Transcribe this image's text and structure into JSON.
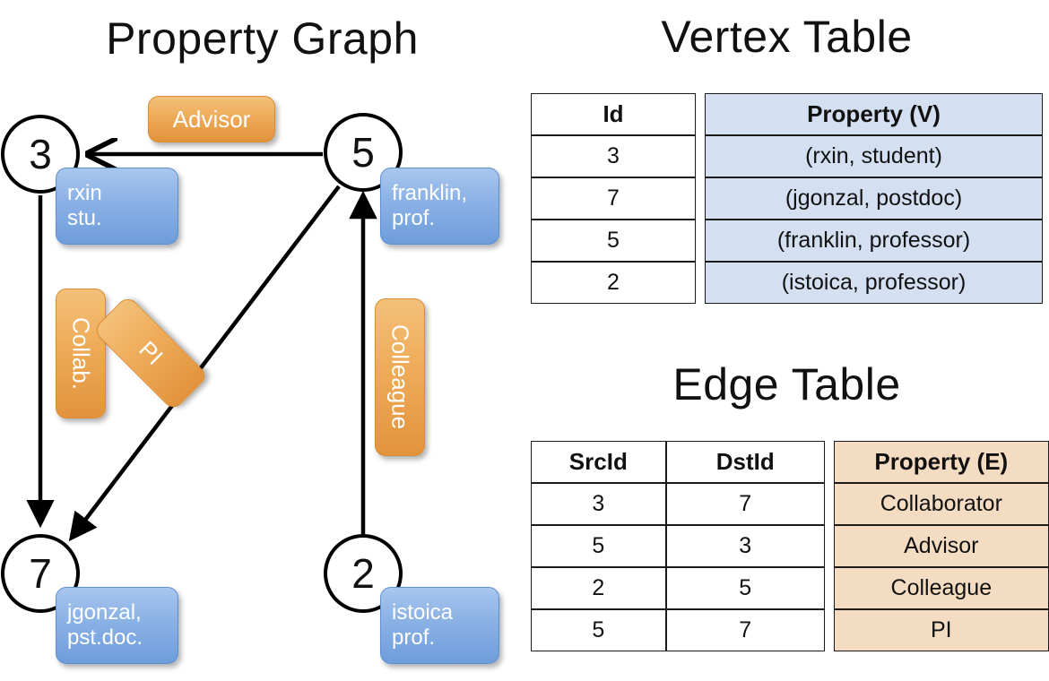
{
  "titles": {
    "property_graph": "Property Graph",
    "vertex_table": "Vertex Table",
    "edge_table": "Edge Table"
  },
  "graph": {
    "nodes": [
      {
        "id": "3",
        "prop_line1": "rxin",
        "prop_line2": "stu."
      },
      {
        "id": "5",
        "prop_line1": "franklin,",
        "prop_line2": "prof."
      },
      {
        "id": "7",
        "prop_line1": "jgonzal,",
        "prop_line2": "pst.doc."
      },
      {
        "id": "2",
        "prop_line1": "istoica",
        "prop_line2": "prof."
      }
    ],
    "edge_labels": {
      "advisor": "Advisor",
      "collab": "Collab.",
      "pi": "PI",
      "colleague": "Colleague"
    }
  },
  "vertex_table": {
    "headers": [
      "Id",
      "Property (V)"
    ],
    "rows": [
      {
        "id": "3",
        "property": "(rxin, student)"
      },
      {
        "id": "7",
        "property": "(jgonzal, postdoc)"
      },
      {
        "id": "5",
        "property": "(franklin, professor)"
      },
      {
        "id": "2",
        "property": "(istoica, professor)"
      }
    ]
  },
  "edge_table": {
    "headers": [
      "SrcId",
      "DstId",
      "Property (E)"
    ],
    "rows": [
      {
        "src": "3",
        "dst": "7",
        "property": "Collaborator"
      },
      {
        "src": "5",
        "dst": "3",
        "property": "Advisor"
      },
      {
        "src": "2",
        "dst": "5",
        "property": "Colleague"
      },
      {
        "src": "5",
        "dst": "7",
        "property": "PI"
      }
    ]
  },
  "colors": {
    "vertex_property_fill": "#d4dff1",
    "edge_property_fill": "#f4dcc2",
    "node_box_blue": "#8db3e6",
    "edge_label_orange": "#eeab58",
    "stroke": "#000000"
  }
}
